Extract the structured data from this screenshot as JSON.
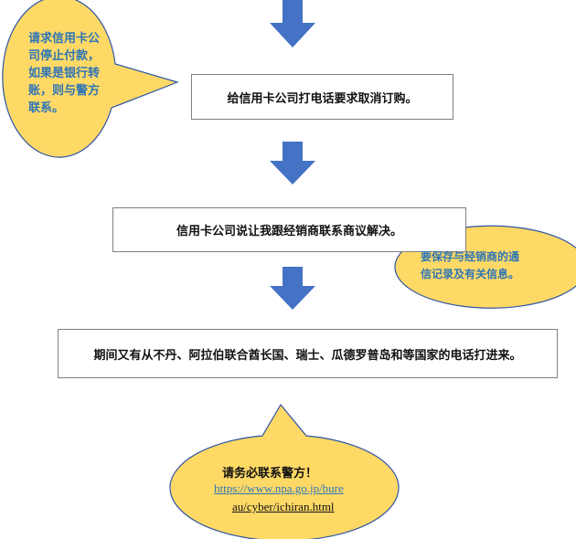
{
  "steps": [
    "给信用卡公司打电话要求取消订购。",
    "信用卡公司说让我跟经销商联系商议解决。",
    "期间又有从不丹、阿拉伯联合酋长国、瑞士、瓜德罗普岛和等国家的电话打进来。"
  ],
  "callouts": {
    "left": [
      "请求信用卡公",
      "司停止付款，",
      "如果是银行转",
      "账，则与警方",
      "联系。"
    ],
    "right": [
      "要保存与经销商的通",
      "信记录及有关信息。"
    ],
    "bottom": {
      "title": "请务必联系警方！",
      "link_line1": "https://www.npa.go.jp/bure",
      "link_line2": "au/cyber/ichiran.html"
    }
  },
  "colors": {
    "arrow": "#4472c4",
    "bubble": "#ffd966",
    "bubble_border": "#2f55a4",
    "callout_text": "#2e75b6"
  }
}
